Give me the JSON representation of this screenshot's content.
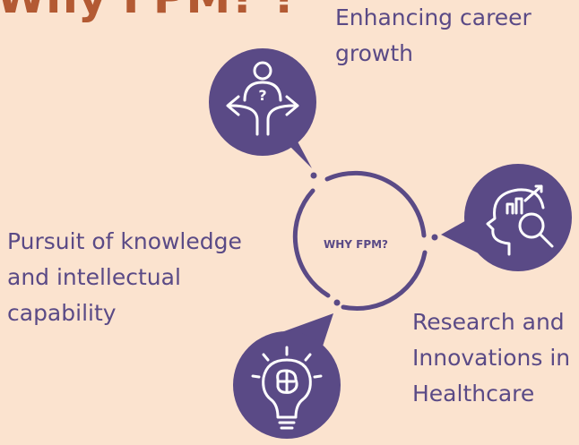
{
  "title": "Why FPM? ?",
  "center_label": "WHY FPM?",
  "items": [
    {
      "lines": [
        "Enhancing career",
        "growth"
      ],
      "icon": "career-crossroads-icon"
    },
    {
      "lines": [
        "Research and",
        "Innovations in",
        "Healthcare"
      ],
      "icon": "research-head-icon"
    },
    {
      "lines": [
        "Pursuit of knowledge",
        "and intellectual",
        "capability"
      ],
      "icon": "lightbulb-brain-icon"
    }
  ],
  "colors": {
    "background": "#fbe3cf",
    "accent": "#5a4a86",
    "title": "#b35a33",
    "white": "#ffffff"
  }
}
